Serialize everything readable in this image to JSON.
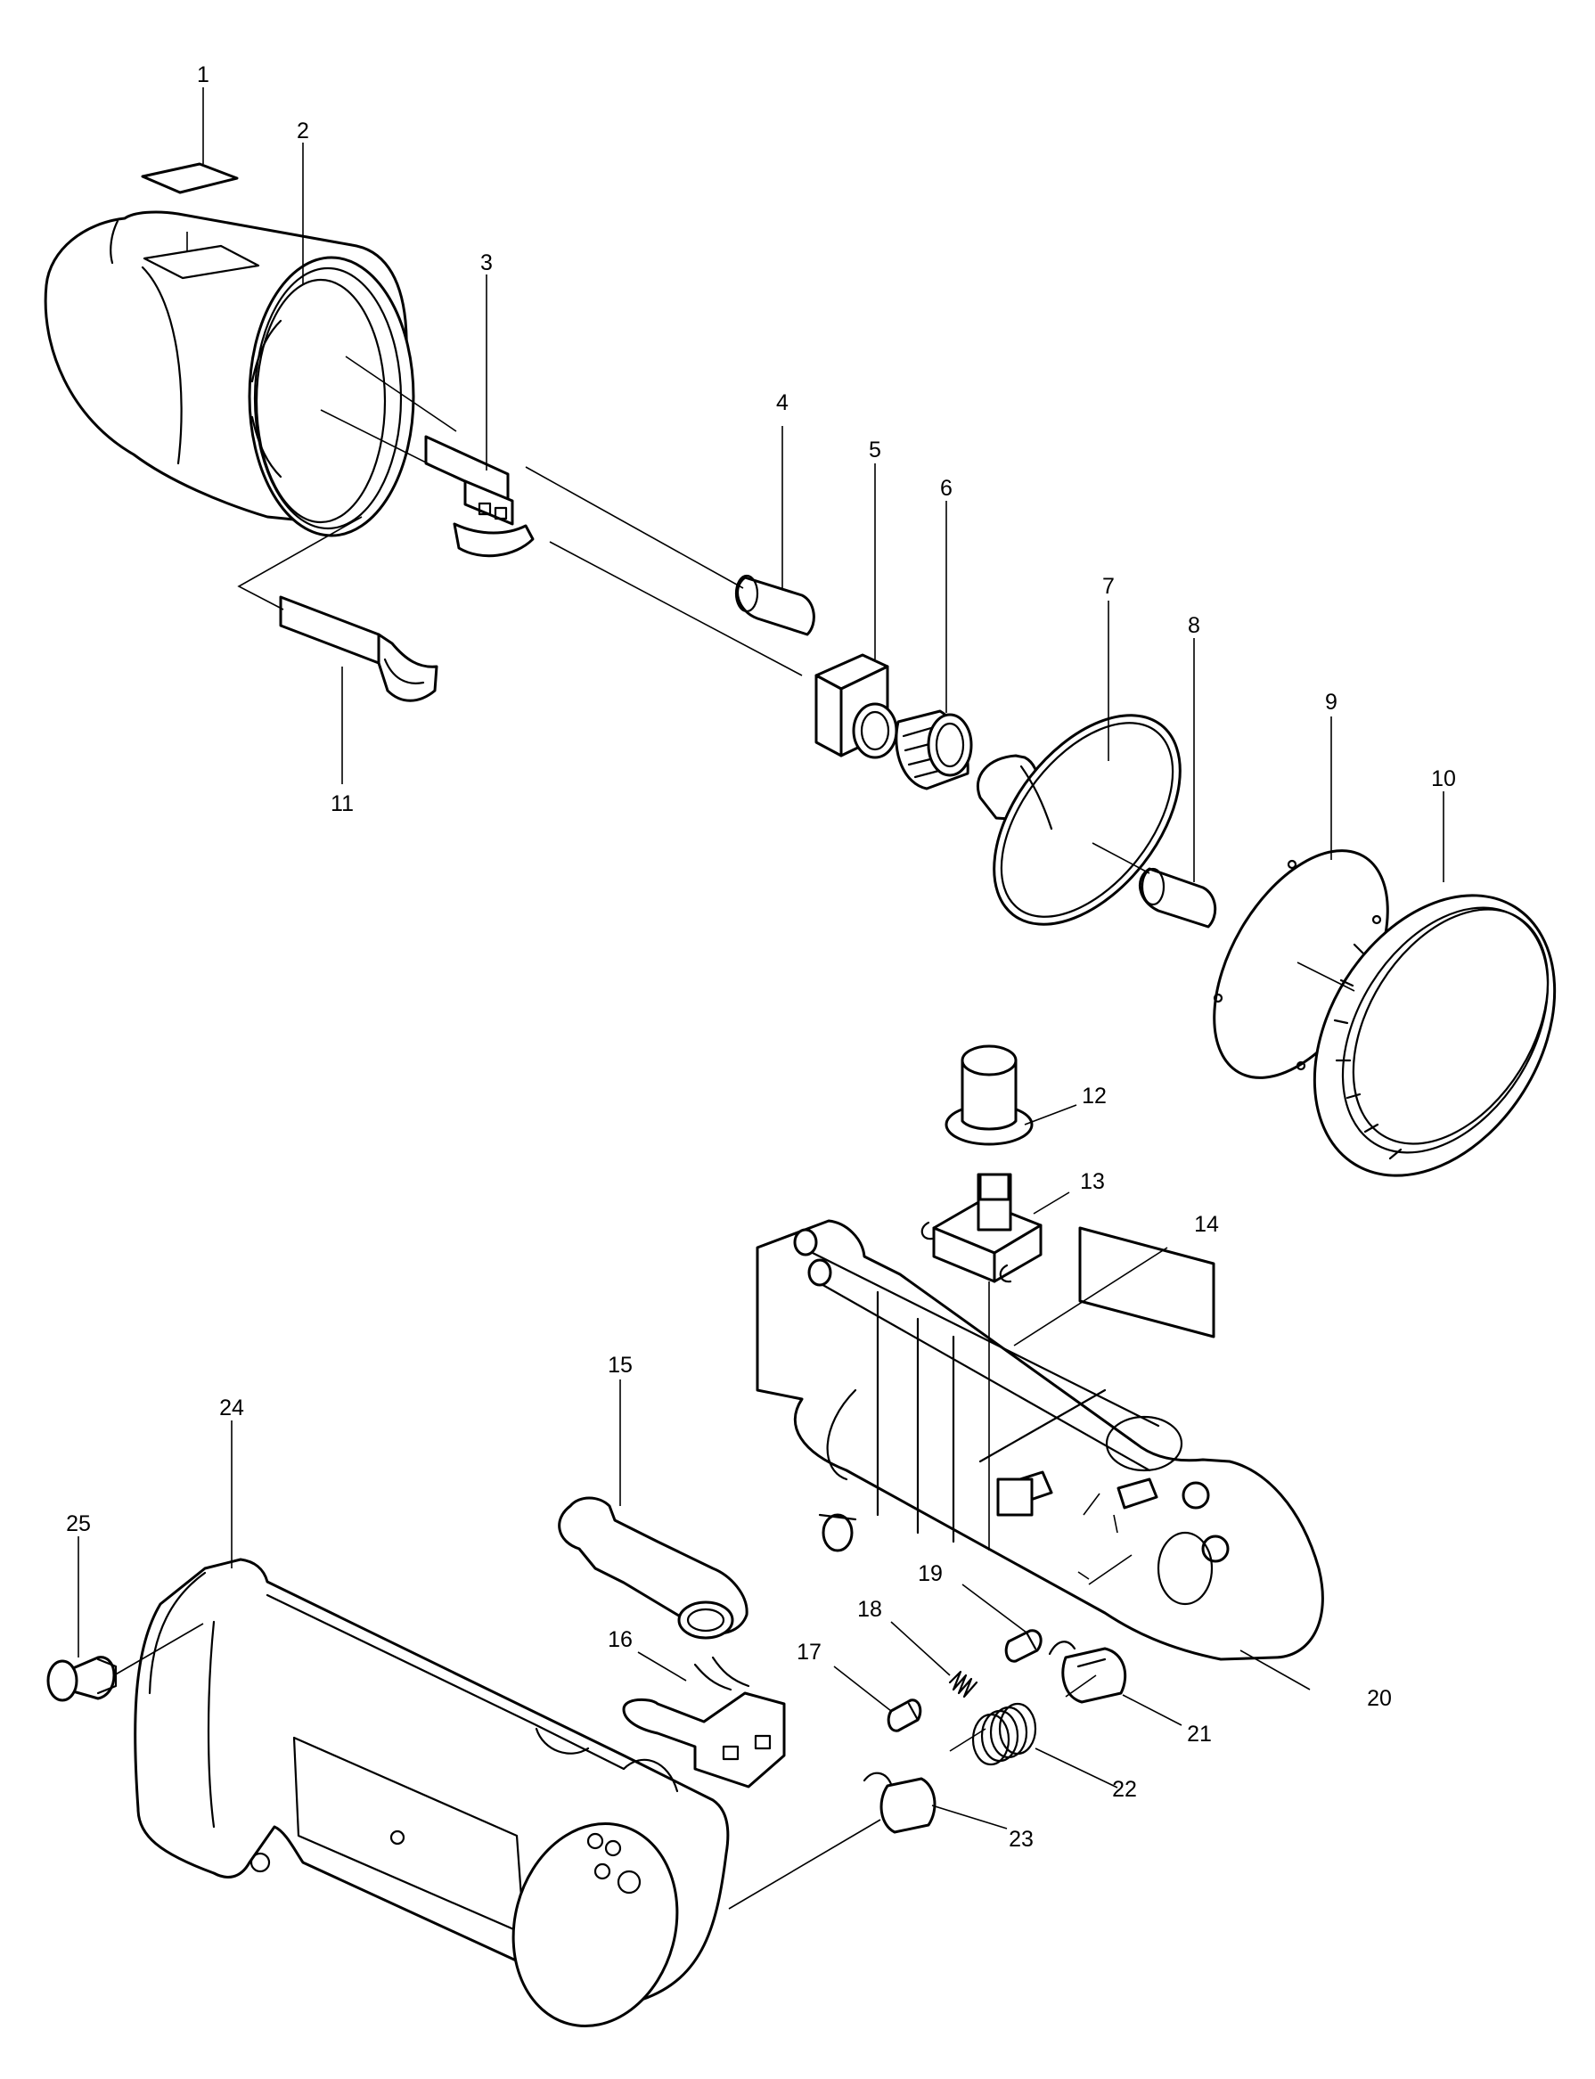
{
  "diagram": {
    "callouts": [
      "1",
      "2",
      "3",
      "4",
      "5",
      "6",
      "7",
      "8",
      "9",
      "10",
      "11",
      "12",
      "13",
      "14",
      "15",
      "16",
      "17",
      "18",
      "19",
      "20",
      "21",
      "22",
      "23",
      "24",
      "25"
    ],
    "colors": {
      "stroke": "#000000",
      "background": "#ffffff"
    }
  }
}
